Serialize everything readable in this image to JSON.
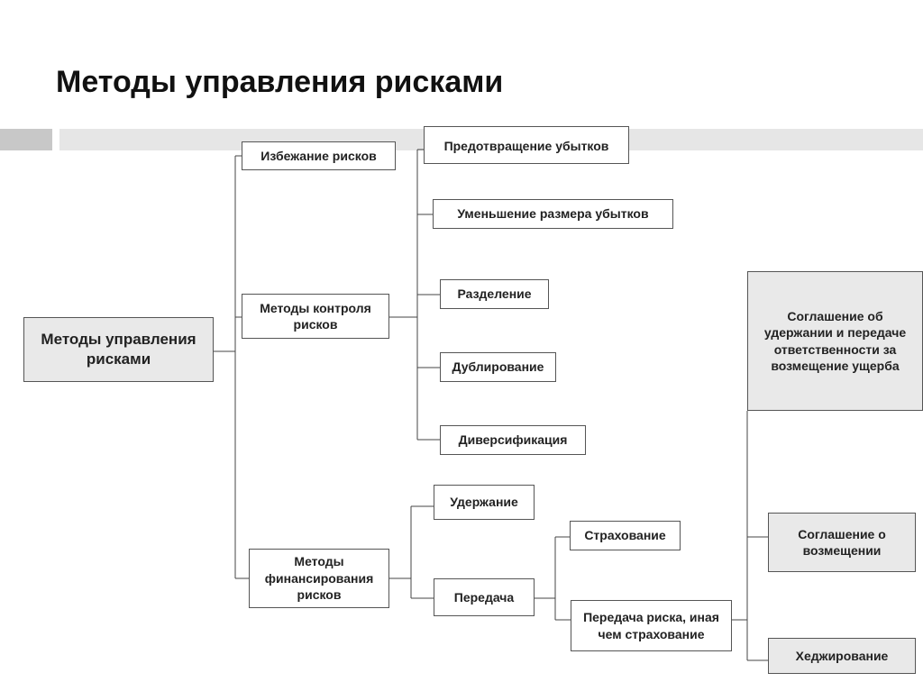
{
  "title": "Методы управления рисками",
  "root": "Методы управления рисками",
  "level1": {
    "avoidance": "Избежание рисков",
    "control": "Методы контроля рисков",
    "financing": "Методы финансирования рисков"
  },
  "control_methods": {
    "prevention": "Предотвращение убытков",
    "reduction": "Уменьшение размера убытков",
    "separation": "Разделение",
    "duplication": "Дублирование",
    "diversification": "Диверсификация"
  },
  "financing_methods": {
    "retention": "Удержание",
    "transfer": "Передача"
  },
  "transfer_methods": {
    "insurance": "Страхование",
    "non_insurance": "Передача риска, иная чем страхование"
  },
  "non_insurance_methods": {
    "agreement_retention": "Соглашение об удержании и передаче ответственности за возмещение ущерба",
    "agreement_compensation": "Соглашение о возмещении",
    "hedging": "Хеджирование"
  },
  "colors": {
    "title": "#111111",
    "box_border": "#555555",
    "box_gray": "#e9e9e9",
    "bar_dark": "#c8c8c8",
    "bar_light": "#e6e6e6",
    "line": "#444444"
  }
}
